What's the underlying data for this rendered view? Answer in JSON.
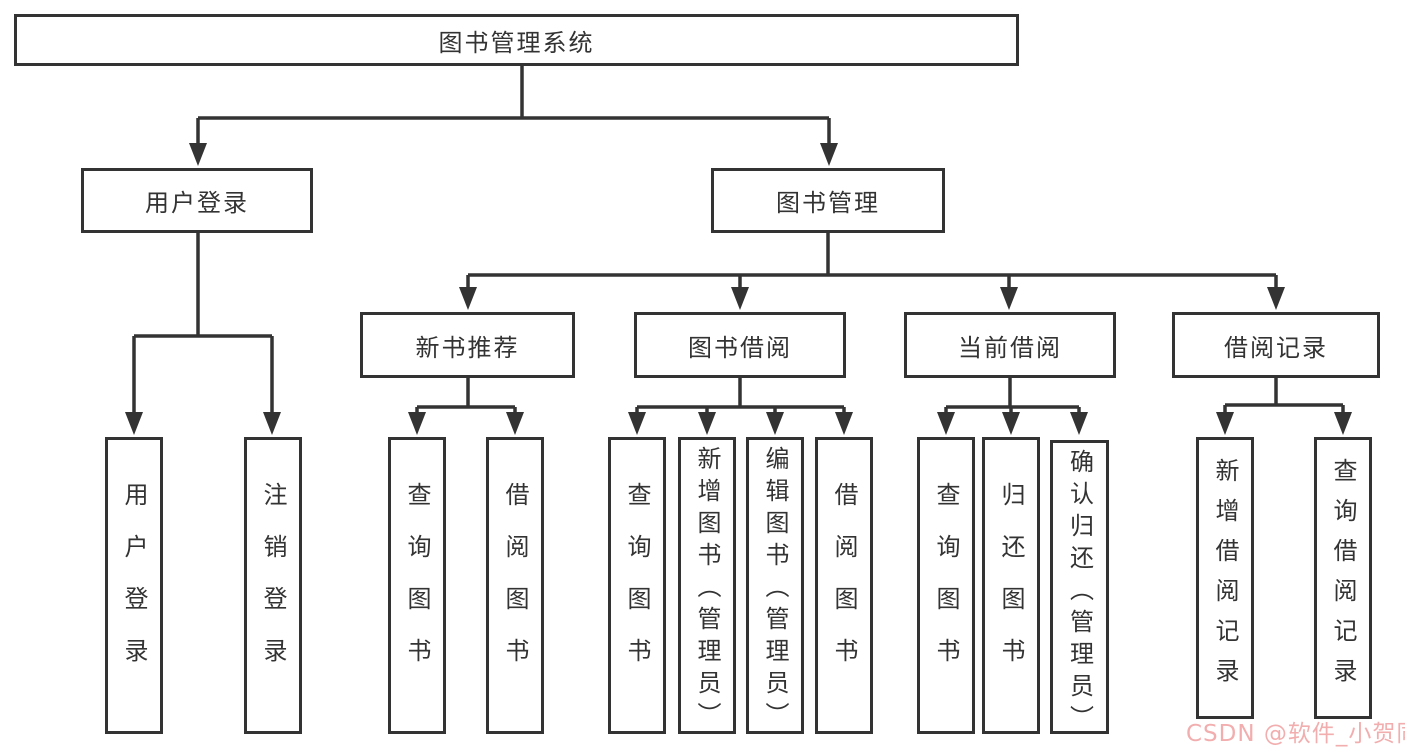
{
  "colors": {
    "background": "#FFFFFF",
    "line": "#333333",
    "text": "#333333",
    "watermark": "#F2AEAE"
  },
  "tree": {
    "root": {
      "label": "图书管理系统"
    },
    "branches": [
      {
        "label": "用户登录",
        "children": [
          {
            "label": "用户登录"
          },
          {
            "label": "注销登录"
          }
        ]
      },
      {
        "label": "图书管理",
        "sections": [
          {
            "label": "新书推荐",
            "children": [
              {
                "label": "查询图书"
              },
              {
                "label": "借阅图书"
              }
            ]
          },
          {
            "label": "图书借阅",
            "children": [
              {
                "label": "查询图书"
              },
              {
                "label": "新增图书（管理员）"
              },
              {
                "label": "编辑图书（管理员）"
              },
              {
                "label": "借阅图书"
              }
            ]
          },
          {
            "label": "当前借阅",
            "children": [
              {
                "label": "查询图书"
              },
              {
                "label": "归还图书"
              },
              {
                "label": "确认归还（管理员）"
              }
            ]
          },
          {
            "label": "借阅记录",
            "children": [
              {
                "label": "新增借阅记录"
              },
              {
                "label": "查询借阅记录"
              }
            ]
          }
        ]
      }
    ]
  },
  "watermark": {
    "text": "CSDN @软件_小贺同学",
    "color": "#F2AEAE"
  }
}
